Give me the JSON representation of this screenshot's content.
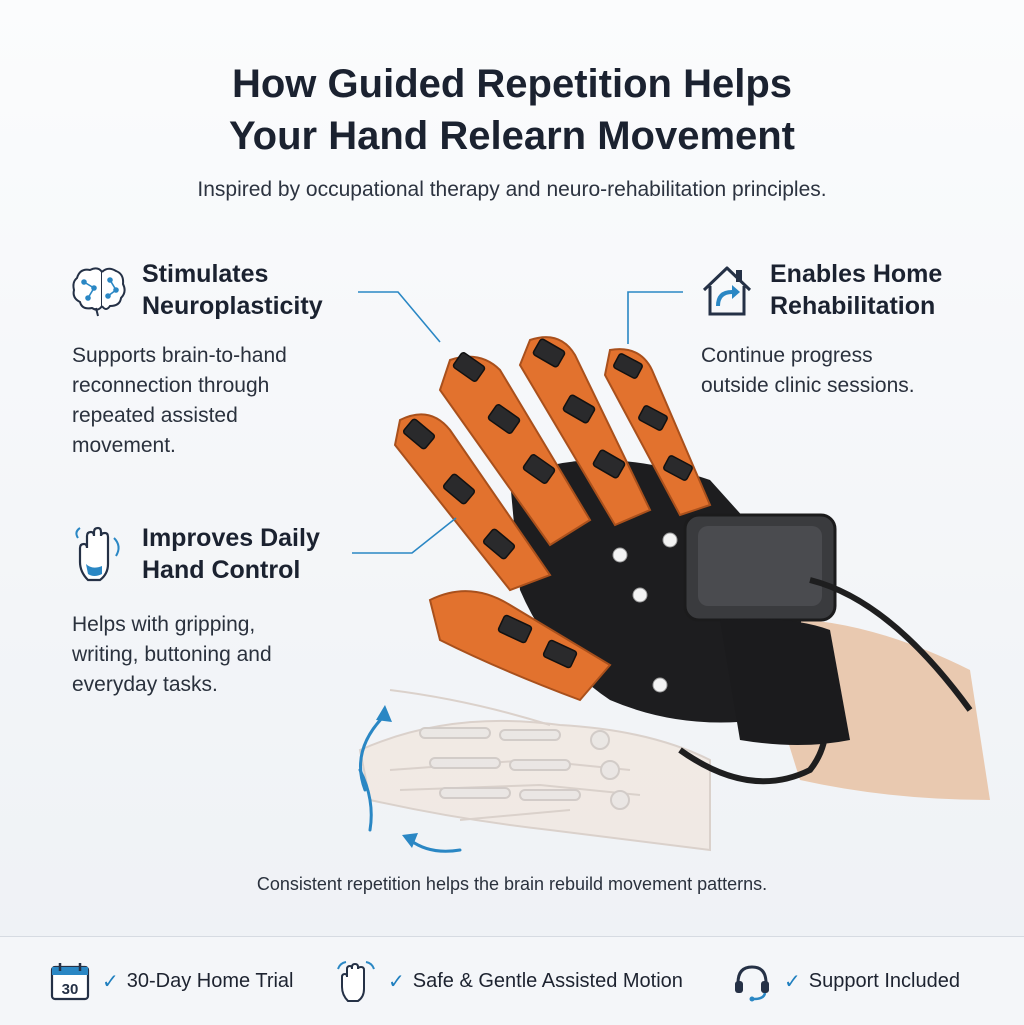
{
  "header": {
    "title_line1": "How Guided Repetition Helps",
    "title_line2": "Your Hand Relearn Movement",
    "subtitle": "Inspired by occupational therapy and neuro-rehabilitation principles."
  },
  "features": {
    "neuro": {
      "title_line1": "Stimulates",
      "title_line2": "Neuroplasticity",
      "desc_lines": [
        "Supports brain-to-hand",
        "reconnection through",
        "repeated assisted",
        "movement."
      ],
      "icon": "brain-icon"
    },
    "home": {
      "title_line1": "Enables Home",
      "title_line2": "Rehabilitation",
      "desc_lines": [
        "Continue progress",
        "outside clinic sessions."
      ],
      "icon": "home-icon"
    },
    "daily": {
      "title_line1": "Improves Daily",
      "title_line2": "Hand Control",
      "desc_lines": [
        "Helps with gripping,",
        "writing, buttoning and",
        "everyday tasks."
      ],
      "icon": "hand-icon"
    }
  },
  "caption": "Consistent repetition helps the brain rebuild movement patterns.",
  "footer": {
    "items": [
      {
        "label": "30-Day Home Trial",
        "icon": "calendar-icon",
        "calendar_number": "30"
      },
      {
        "label": "Safe & Gentle Assisted Motion",
        "icon": "hand-motion-icon"
      },
      {
        "label": "Support Included",
        "icon": "headset-icon"
      }
    ]
  },
  "colors": {
    "accent": "#1f7fbf",
    "glove_orange": "#e2722e",
    "text": "#1b2230"
  }
}
